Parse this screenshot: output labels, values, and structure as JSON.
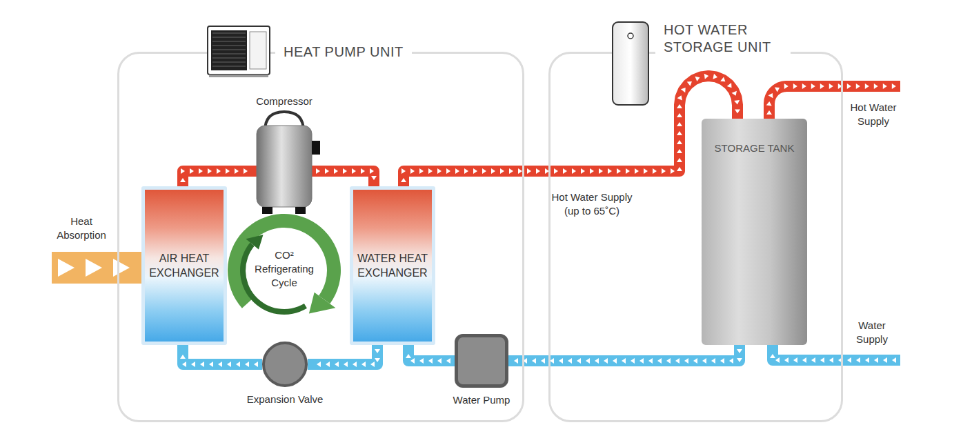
{
  "diagram": {
    "nodes": [
      {
        "text": [
          "HEAT PUMP UNIT"
        ]
      },
      {
        "text": [
          "HOT WATER STORAGE UNIT"
        ]
      },
      {
        "text": [
          "Compressor"
        ],
        "in": 0
      },
      {
        "text": [
          "AIR HEAT EXCHANGER"
        ],
        "in": 0
      },
      {
        "text": [
          "WATER HEAT EXCHANGER"
        ],
        "in": 0
      },
      {
        "text": [
          "Expansion Valve"
        ],
        "in": 0
      },
      {
        "text": [
          "Water Pump"
        ],
        "in": 0
      },
      {
        "text": [
          "STORAGE TANK"
        ],
        "in": 1
      }
    ],
    "edges": [
      {
        "from": 3,
        "to": 2,
        "arrow": "to"
      },
      {
        "from": 2,
        "to": 4,
        "arrow": "to"
      },
      {
        "from": 4,
        "to": 5,
        "arrow": "to"
      },
      {
        "from": 5,
        "to": 3,
        "arrow": "to"
      },
      {
        "from": 7,
        "to": 6,
        "arrow": "to"
      },
      {
        "from": 6,
        "to": 4,
        "arrow": "to"
      },
      {
        "from": 4,
        "to": 7,
        "label": "Hot Water Supply (up to 65˚C)",
        "arrow": "to"
      }
    ],
    "labels": [
      "Heat Absorption",
      "CO² Refrigerating Cycle",
      "Hot Water Supply",
      "Water Supply"
    ]
  }
}
